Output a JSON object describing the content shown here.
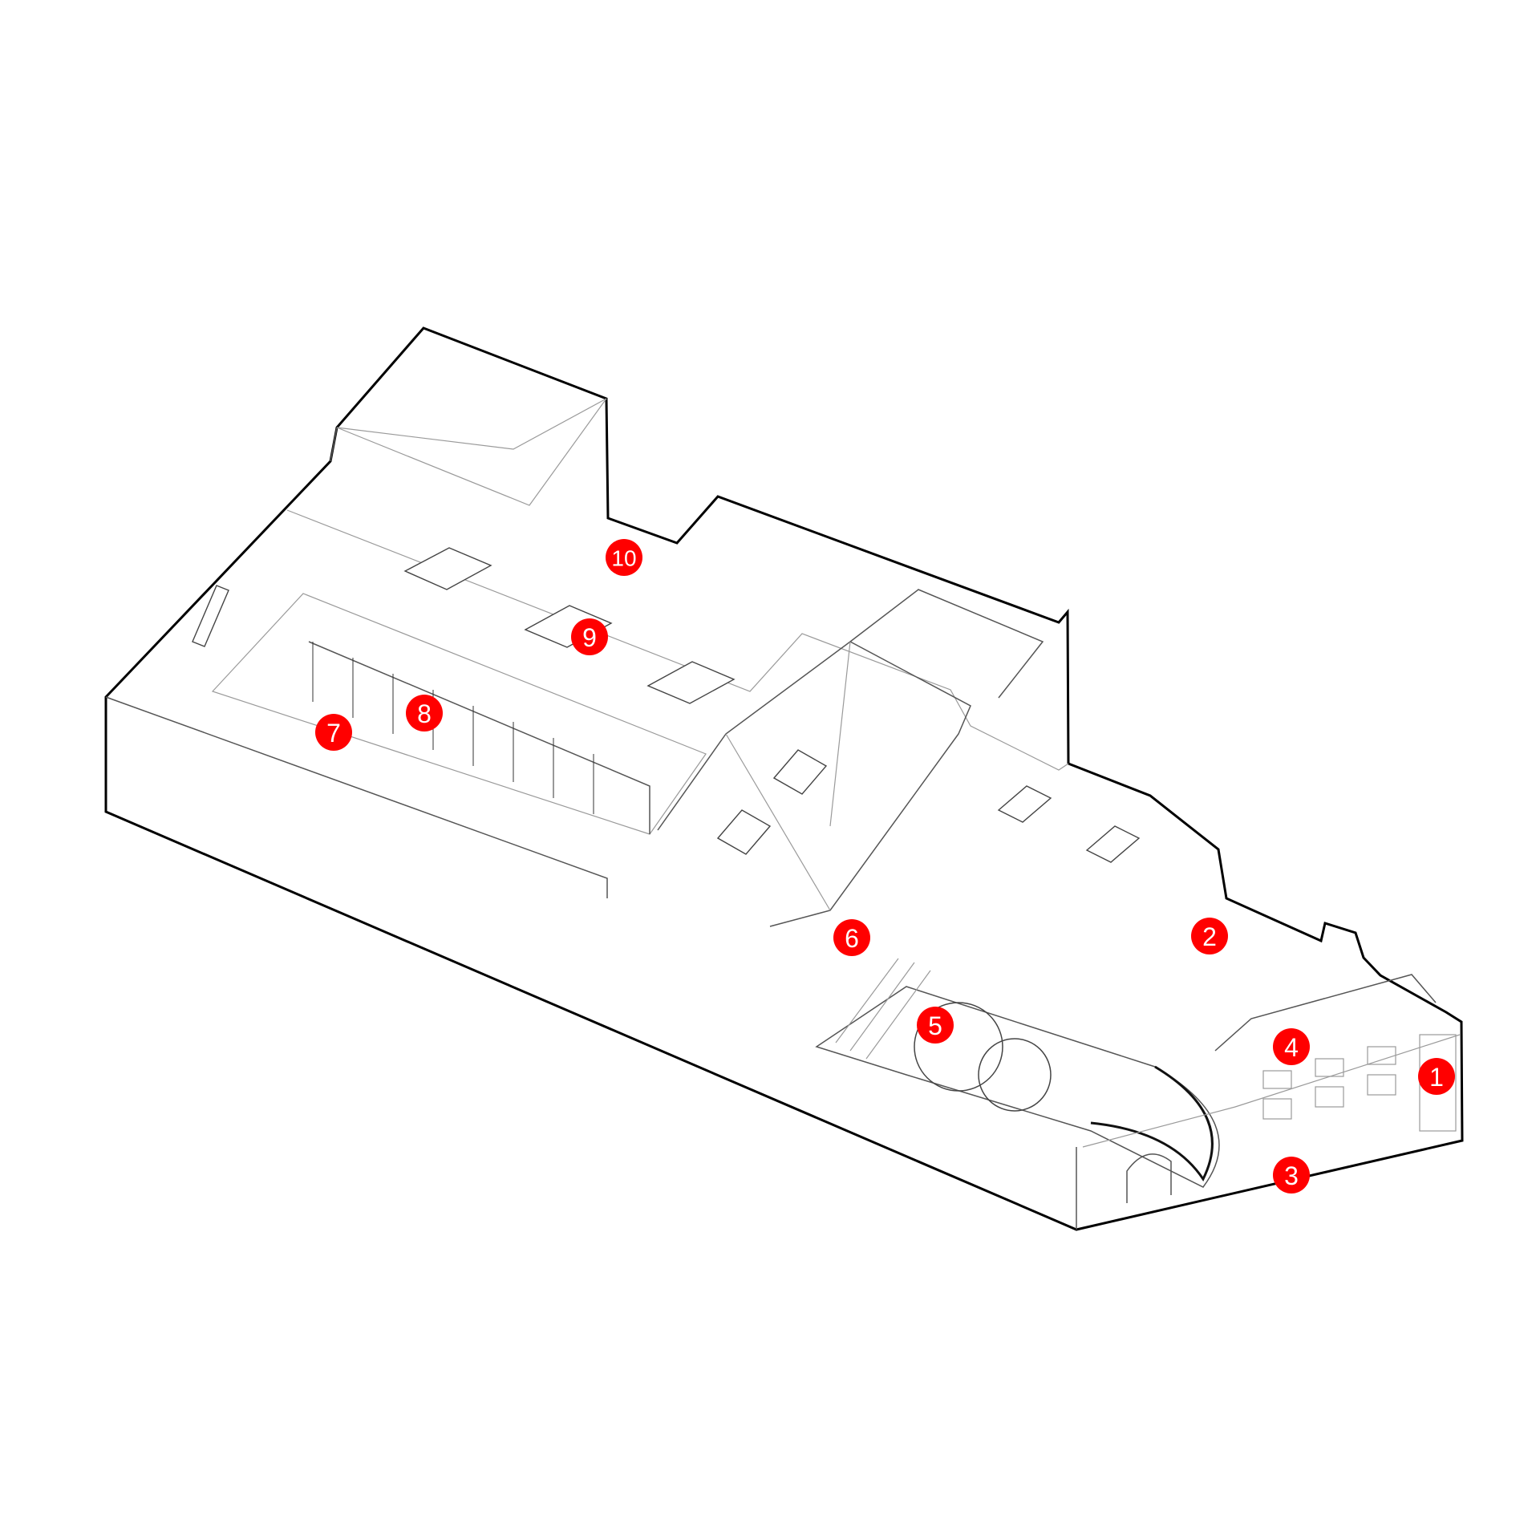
{
  "diagram": {
    "type": "axonometric building section",
    "marker_color": "#ff0000",
    "markers": [
      {
        "label": "1"
      },
      {
        "label": "2"
      },
      {
        "label": "3"
      },
      {
        "label": "4"
      },
      {
        "label": "5"
      },
      {
        "label": "6"
      },
      {
        "label": "7"
      },
      {
        "label": "8"
      },
      {
        "label": "9"
      },
      {
        "label": "10"
      }
    ]
  }
}
